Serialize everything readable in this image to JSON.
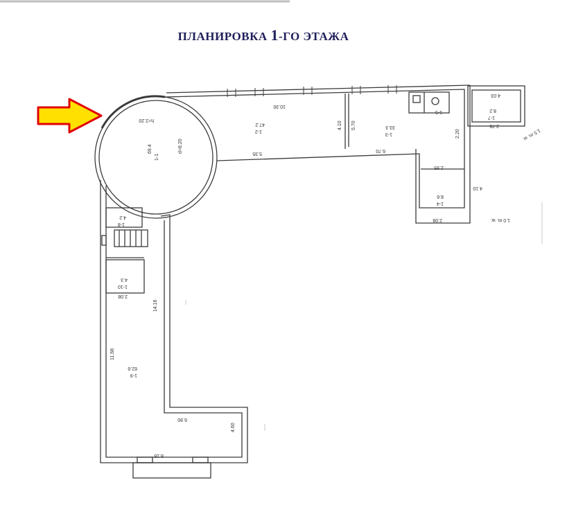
{
  "title": {
    "prefix": "ПЛАНИРОВКА ",
    "number": "1",
    "suffix": "-ГО ЭТАЖА"
  },
  "colors": {
    "title": "#1f1f5a",
    "arrow_fill": "#ffe000",
    "arrow_stroke": "#e00000",
    "walls": "#3a3a3a"
  },
  "labels": [
    {
      "id": "rotunda-area",
      "text": "69.4"
    },
    {
      "id": "rotunda-num",
      "text": "1-1"
    },
    {
      "id": "rotunda-h",
      "text": "h=2.20"
    },
    {
      "id": "rotunda-d",
      "text": "d=8.20"
    },
    {
      "id": "hall-area",
      "text": "47.2"
    },
    {
      "id": "hall-num",
      "text": "1-2"
    },
    {
      "id": "hall-len",
      "text": "10.30"
    },
    {
      "id": "corr-len",
      "text": "5.35"
    },
    {
      "id": "hall-w",
      "text": "4.10"
    },
    {
      "id": "room3-area",
      "text": "33.3"
    },
    {
      "id": "room3-num",
      "text": "1-3"
    },
    {
      "id": "room3-w",
      "text": "5.70"
    },
    {
      "id": "room3-len",
      "text": "6.70"
    },
    {
      "id": "wc-num",
      "text": "1-5"
    },
    {
      "id": "wc-w",
      "text": "2.20"
    },
    {
      "id": "small-area",
      "text": "8.2"
    },
    {
      "id": "small-num",
      "text": "1-7"
    },
    {
      "id": "small-top",
      "text": "4.03"
    },
    {
      "id": "small-w",
      "text": "2.78"
    },
    {
      "id": "store-area",
      "text": "8.6"
    },
    {
      "id": "store-num",
      "text": "1-4"
    },
    {
      "id": "store-w",
      "text": "2.08"
    },
    {
      "id": "store-h",
      "text": "4.10"
    },
    {
      "id": "dims-a",
      "text": "2.95"
    },
    {
      "id": "left1-area",
      "text": "4.2"
    },
    {
      "id": "left1-num",
      "text": "1-8"
    },
    {
      "id": "left2-area",
      "text": "4.3"
    },
    {
      "id": "left2-num",
      "text": "1-10"
    },
    {
      "id": "left2-w",
      "text": "2.08"
    },
    {
      "id": "main-area",
      "text": "62.6"
    },
    {
      "id": "main-num",
      "text": "1-9"
    },
    {
      "id": "main-len",
      "text": "14.16"
    },
    {
      "id": "main-len2",
      "text": "11.68"
    },
    {
      "id": "bottom-inner",
      "text": "6.90"
    },
    {
      "id": "bottom-len",
      "text": "8.16"
    },
    {
      "id": "right-low",
      "text": "4.60"
    },
    {
      "id": "ext-note1",
      "text": "1.5 m. w."
    },
    {
      "id": "ext-note2",
      "text": "1.0 m. w."
    }
  ]
}
